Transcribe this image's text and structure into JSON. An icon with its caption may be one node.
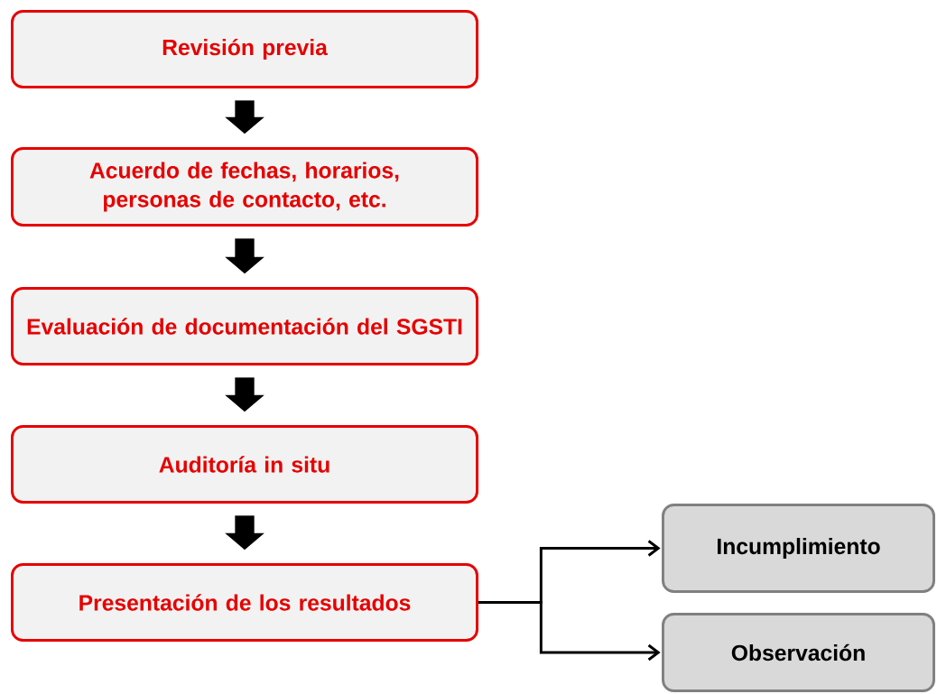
{
  "diagram": {
    "nodes": [
      {
        "text": [
          "Revisión previa"
        ]
      },
      {
        "text": [
          "Acuerdo de fechas, horarios, personas de contacto, etc."
        ]
      },
      {
        "text": [
          "Evaluación de documentación del SGSTI"
        ]
      },
      {
        "text": [
          "Auditoría in situ"
        ]
      },
      {
        "text": [
          "Presentación de los resultados"
        ]
      },
      {
        "text": [
          "Incumplimiento"
        ]
      },
      {
        "text": [
          "Observación"
        ]
      }
    ],
    "edges": [
      {
        "from": 0,
        "to": 1,
        "arrow": "to"
      },
      {
        "from": 1,
        "to": 2,
        "arrow": "to"
      },
      {
        "from": 2,
        "to": 3,
        "arrow": "to"
      },
      {
        "from": 3,
        "to": 4,
        "arrow": "to"
      },
      {
        "from": 4,
        "to": 5,
        "arrow": "to"
      },
      {
        "from": 4,
        "to": 6,
        "arrow": "to"
      }
    ]
  }
}
